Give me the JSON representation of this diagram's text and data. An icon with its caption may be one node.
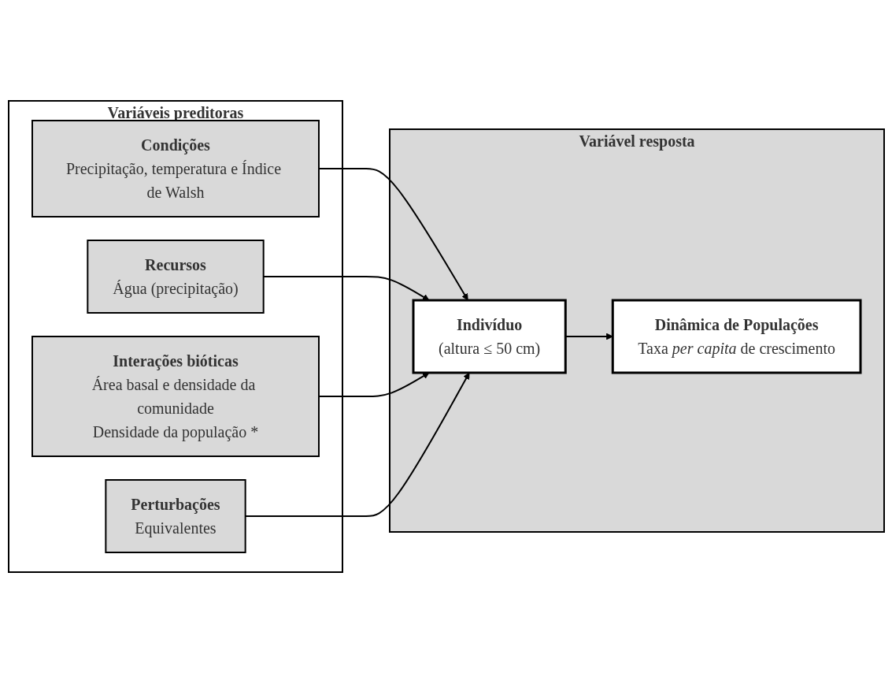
{
  "diagram": {
    "nodes": [
      {
        "text": [
          "Variáveis preditoras"
        ]
      },
      {
        "text": [
          "Condições",
          "Precipitação, temperatura e Índice de Walsh"
        ],
        "in": 0
      },
      {
        "text": [
          "Recursos",
          "Água (precipitação)"
        ],
        "in": 0
      },
      {
        "text": [
          "Interações bióticas",
          "Área basal e densidade da comunidade",
          "Densidade da população *"
        ],
        "in": 0
      },
      {
        "text": [
          "Perturbações",
          "Equivalentes"
        ],
        "in": 0
      },
      {
        "text": [
          "Variável resposta"
        ]
      },
      {
        "text": [
          "Indivíduo",
          "(altura ≤ 50 cm)"
        ],
        "in": 5
      },
      {
        "text": [
          "Dinâmica de Populações",
          "Taxa *per capita* de crescimento"
        ],
        "in": 5
      }
    ],
    "edges": [
      {
        "from": 1,
        "to": 6,
        "arrow": "to"
      },
      {
        "from": 2,
        "to": 6,
        "arrow": "to"
      },
      {
        "from": 3,
        "to": 6,
        "arrow": "to"
      },
      {
        "from": 4,
        "to": 6,
        "arrow": "to"
      },
      {
        "from": 6,
        "to": 7,
        "arrow": "to"
      }
    ]
  }
}
